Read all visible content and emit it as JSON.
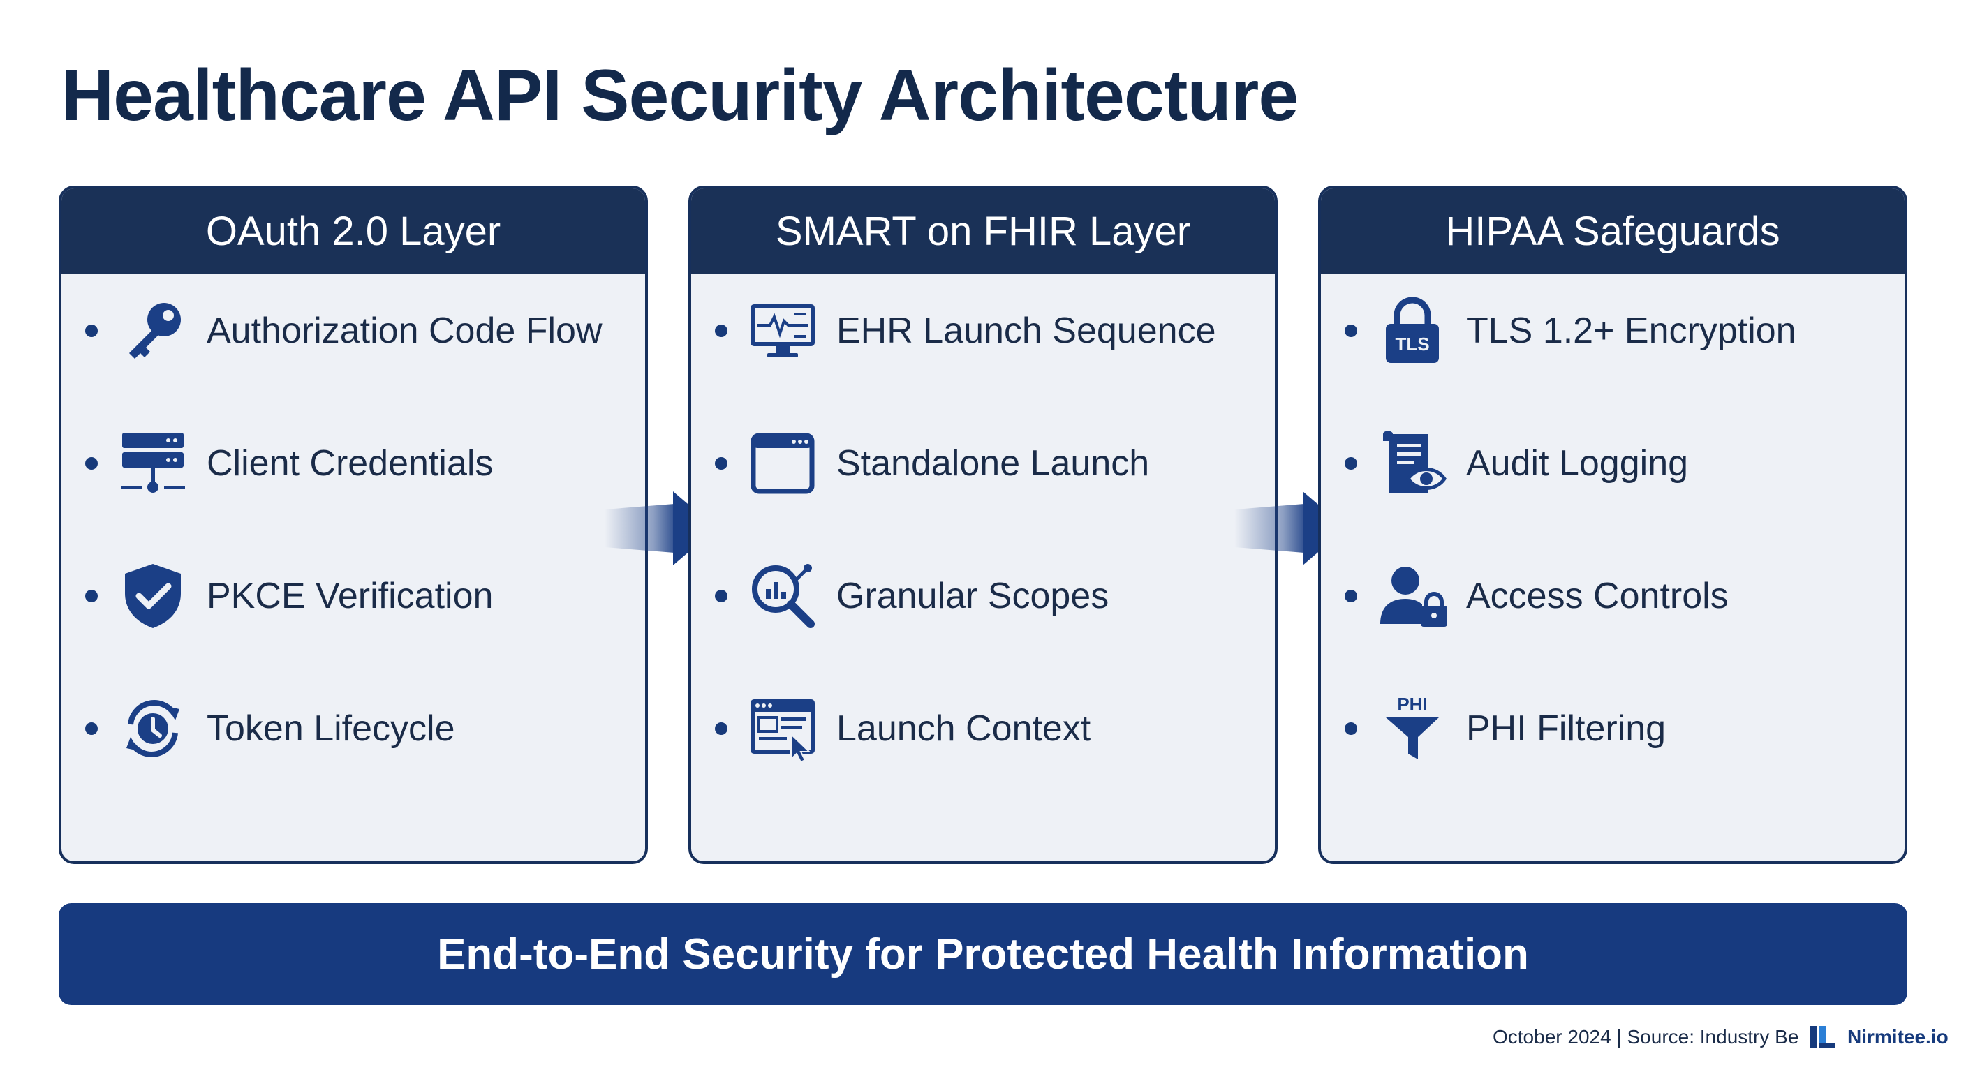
{
  "title": "Healthcare API Security Architecture",
  "panels": [
    {
      "header": "OAuth 2.0 Layer",
      "items": [
        {
          "label": "Authorization Code Flow",
          "icon": "key-icon"
        },
        {
          "label": "Client Credentials",
          "icon": "server-icon"
        },
        {
          "label": "PKCE Verification",
          "icon": "shield-check-icon"
        },
        {
          "label": "Token Lifecycle",
          "icon": "clock-refresh-icon"
        }
      ]
    },
    {
      "header": "SMART on FHIR Layer",
      "items": [
        {
          "label": "EHR Launch Sequence",
          "icon": "monitor-heartbeat-icon"
        },
        {
          "label": "Standalone Launch",
          "icon": "browser-window-icon"
        },
        {
          "label": "Granular Scopes",
          "icon": "magnifier-chart-icon"
        },
        {
          "label": "Launch Context",
          "icon": "window-cursor-icon"
        }
      ]
    },
    {
      "header": "HIPAA Safeguards",
      "items": [
        {
          "label": "TLS 1.2+ Encryption",
          "icon": "lock-tls-icon",
          "icon_text": "TLS"
        },
        {
          "label": "Audit Logging",
          "icon": "document-eye-icon"
        },
        {
          "label": "Access Controls",
          "icon": "user-lock-icon"
        },
        {
          "label": "PHI Filtering",
          "icon": "funnel-phi-icon",
          "icon_text": "PHI"
        }
      ]
    }
  ],
  "banner": "End-to-End Security for Protected Health Information",
  "footer": "October 2024 | Source: Industry Be",
  "brand": "Nirmitee.io",
  "colors": {
    "header": "#1a3157",
    "panel_bg": "#eef1f6",
    "accent": "#173a7f",
    "icon": "#1b3f86"
  }
}
